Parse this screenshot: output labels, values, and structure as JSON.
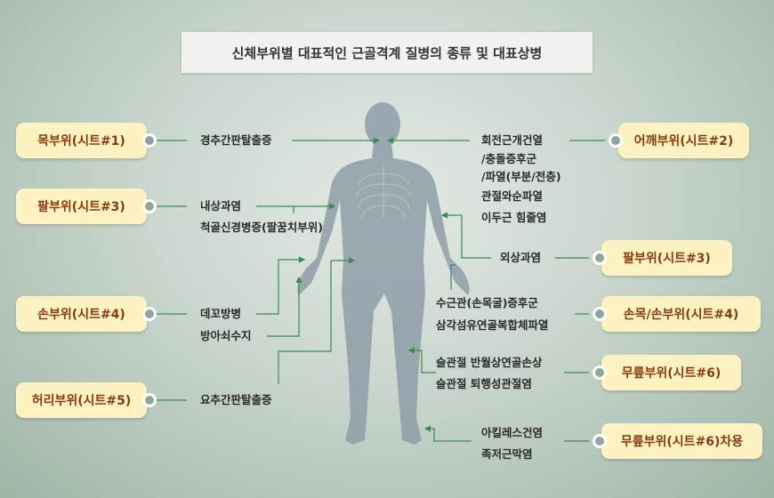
{
  "title": "신체부위별 대표적인 근골격계 질병의 종류 및 대표상병",
  "left_labels": [
    "목부위(시트#1)",
    "팔부위(시트#3)",
    "손부위(시트#4)",
    "허리부위(시트#5)"
  ],
  "right_labels": [
    "어깨부위(시트#2)",
    "팔부위(시트#3)",
    "손목/손부위(시트#4)",
    "무릎부위(시트#6)",
    "무릎부위(시트#6)차용"
  ],
  "diseases": {
    "neck": [
      "경추간판탈출증"
    ],
    "arm_left": [
      "내상과염",
      "척골신경병증(팔꿈치부위)"
    ],
    "hand": [
      "데꼬방병",
      "방아쇠수지"
    ],
    "waist": [
      "요추간판탈출증"
    ],
    "shoulder": [
      "회전근개건열",
      "/충돌증후군",
      "/파열(부분/전층)",
      "관절와순파열",
      "이두근 힘줄염"
    ],
    "arm_right": [
      "외상과염"
    ],
    "wrist": [
      "수근관(손목굴)증후군",
      "삼각섬유연골복합체파열"
    ],
    "knee": [
      "슬관절 반월상연골손상",
      "슬관절 퇴행성관절염"
    ],
    "foot": [
      "아킬레스건염",
      "족저근막염"
    ]
  },
  "colors": {
    "line": "#3a8a55",
    "pill": "#fdf3c2",
    "pill_text": "#8a3a0c",
    "body": "#8e9ea8"
  }
}
